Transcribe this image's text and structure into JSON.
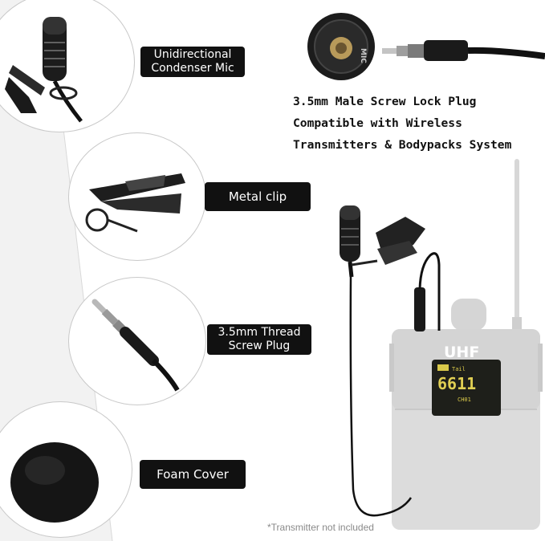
{
  "labels": {
    "mic": [
      "Unidirectional",
      "Condenser Mic"
    ],
    "clip": "Metal clip",
    "plug": [
      "3.5mm Thread",
      "Screw Plug"
    ],
    "foam": "Foam Cover"
  },
  "spec_lines": [
    "3.5mm Male Screw Lock Plug",
    "Compatible with Wireless",
    "Transmitters & Bodypacks System"
  ],
  "transmitter": {
    "brand": "UHF",
    "display_digits": "6611",
    "display_small": "CH01",
    "display_tag": "Tail"
  },
  "connector_text": "MIC",
  "footnote": "*Transmitter not included",
  "colors": {
    "label_bg": "#111111",
    "transmitter": "#dcdcdc",
    "display": "#1e1f1a"
  }
}
